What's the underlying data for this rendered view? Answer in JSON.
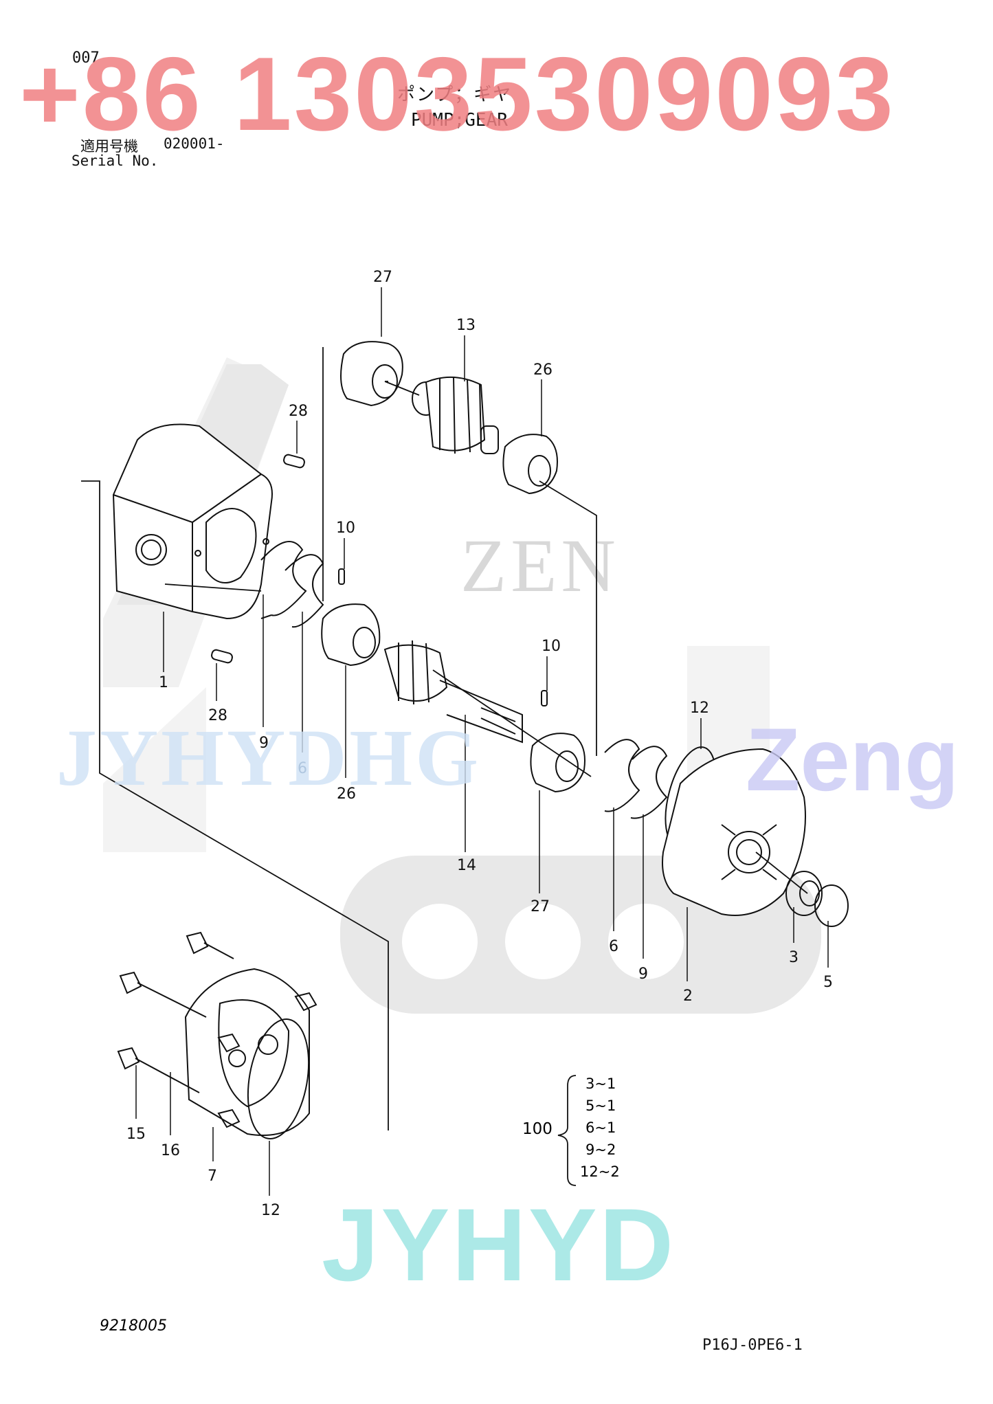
{
  "header": {
    "page_no": "007",
    "title_jp": "ポンプ；ギヤ",
    "title_en": "PUMP;GEAR",
    "serial_label_jp": "適用号機",
    "serial_value": "020001-",
    "serial_label_en": "Serial No."
  },
  "watermarks": {
    "phone": "+86 13035309093",
    "jy": "JYHYDHG",
    "zeng": "Zeng",
    "jyhyd": "JYHYD",
    "zen_logo": "ZEN"
  },
  "callouts": [
    "27",
    "13",
    "26",
    "28",
    "10",
    "1",
    "28",
    "9",
    "6",
    "26",
    "10",
    "14",
    "27",
    "12",
    "6",
    "9",
    "2",
    "3",
    "5",
    "15",
    "16",
    "7",
    "12"
  ],
  "kit": {
    "number": "100",
    "items": [
      "3~1",
      "5~1",
      "6~1",
      "9~2",
      "12~2"
    ]
  },
  "footer": {
    "doc_no": "9218005",
    "drawing_no": "P16J-0PE6-1"
  },
  "colors": {
    "line": "#111111",
    "watermark_red": "#f07f82",
    "watermark_teal": "#9ee5e3",
    "logo_gray": "#d9d9d9"
  }
}
